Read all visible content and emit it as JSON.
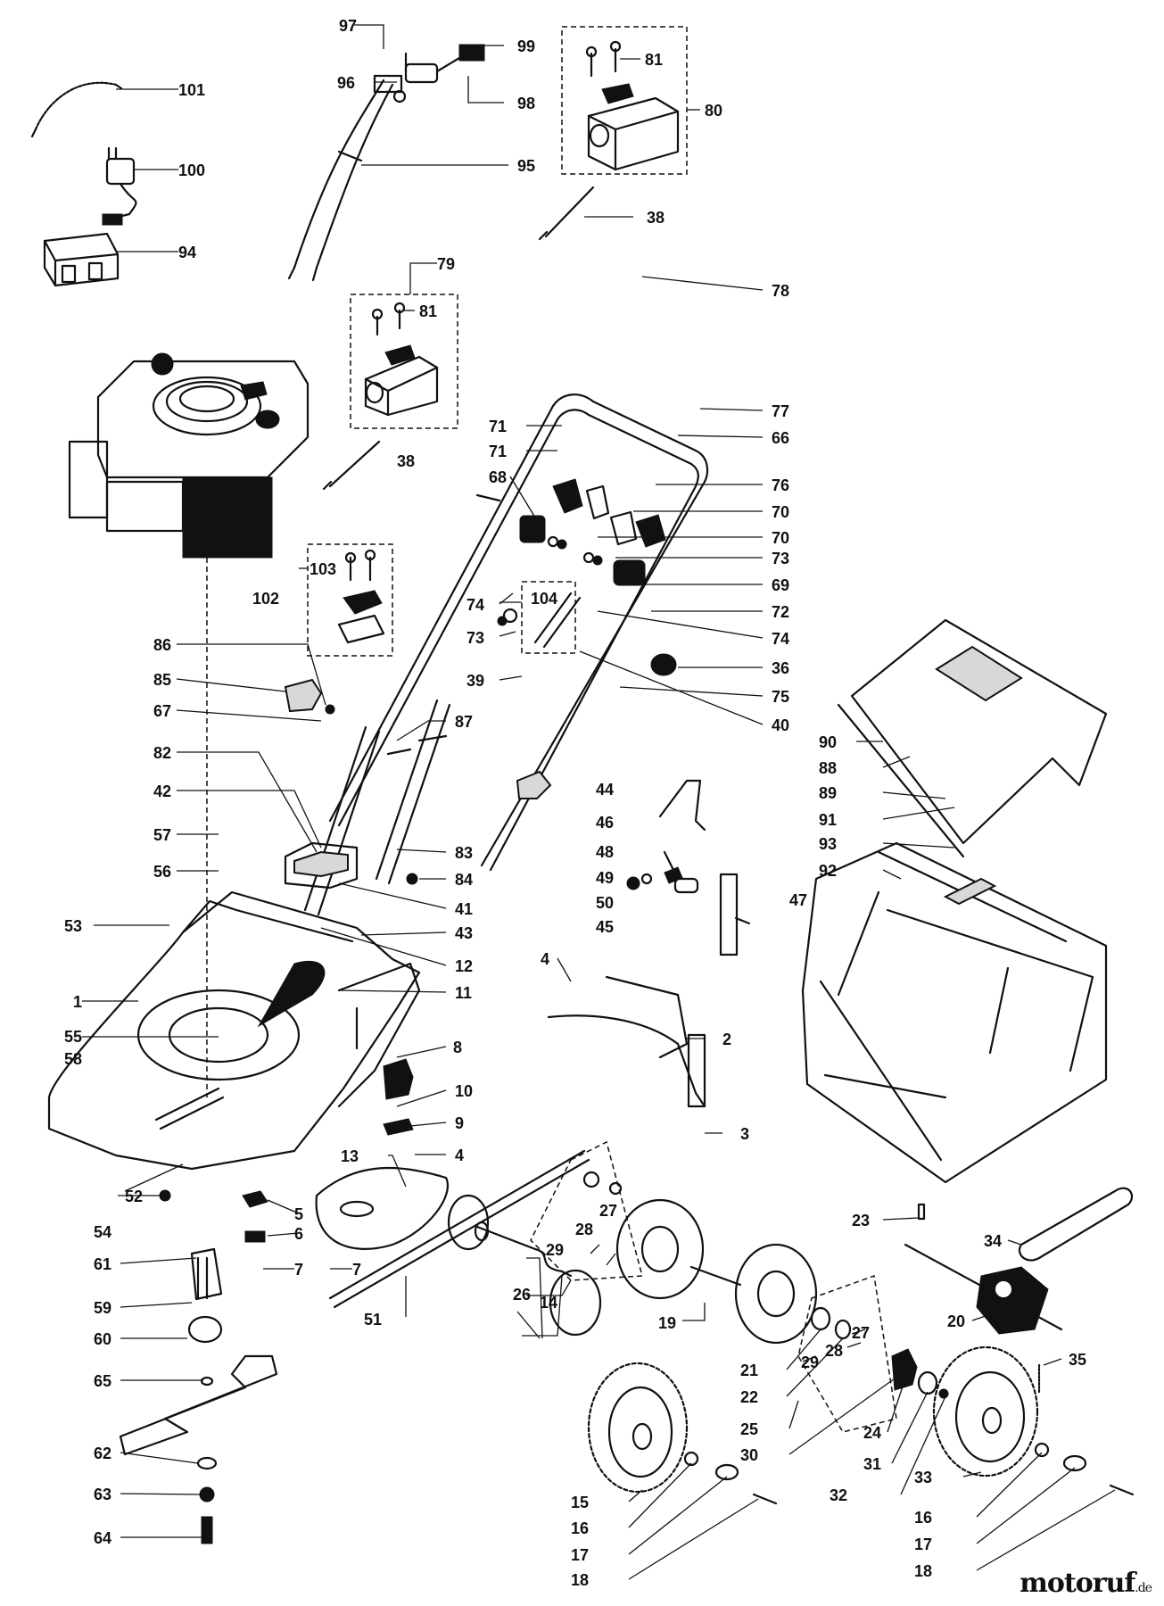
{
  "watermark": {
    "name": "motoruf",
    "tld": ".de"
  },
  "diagram_labels": [
    "1",
    "2",
    "3",
    "4",
    "5",
    "6",
    "7",
    "8",
    "9",
    "10",
    "11",
    "12",
    "13",
    "14",
    "15",
    "16",
    "17",
    "18",
    "19",
    "20",
    "21",
    "22",
    "23",
    "24",
    "25",
    "26",
    "27",
    "28",
    "29",
    "30",
    "31",
    "32",
    "33",
    "34",
    "35",
    "36",
    "38",
    "39",
    "40",
    "41",
    "42",
    "43",
    "44",
    "45",
    "46",
    "47",
    "48",
    "49",
    "50",
    "51",
    "52",
    "53",
    "54",
    "55",
    "56",
    "57",
    "58",
    "59",
    "60",
    "61",
    "62",
    "63",
    "64",
    "65",
    "66",
    "67",
    "68",
    "69",
    "70",
    "71",
    "72",
    "73",
    "74",
    "75",
    "76",
    "77",
    "78",
    "79",
    "80",
    "81",
    "82",
    "83",
    "84",
    "85",
    "86",
    "87",
    "88",
    "89",
    "90",
    "91",
    "92",
    "93",
    "94",
    "95",
    "96",
    "97",
    "98",
    "99",
    "100",
    "101",
    "102",
    "103",
    "104"
  ]
}
